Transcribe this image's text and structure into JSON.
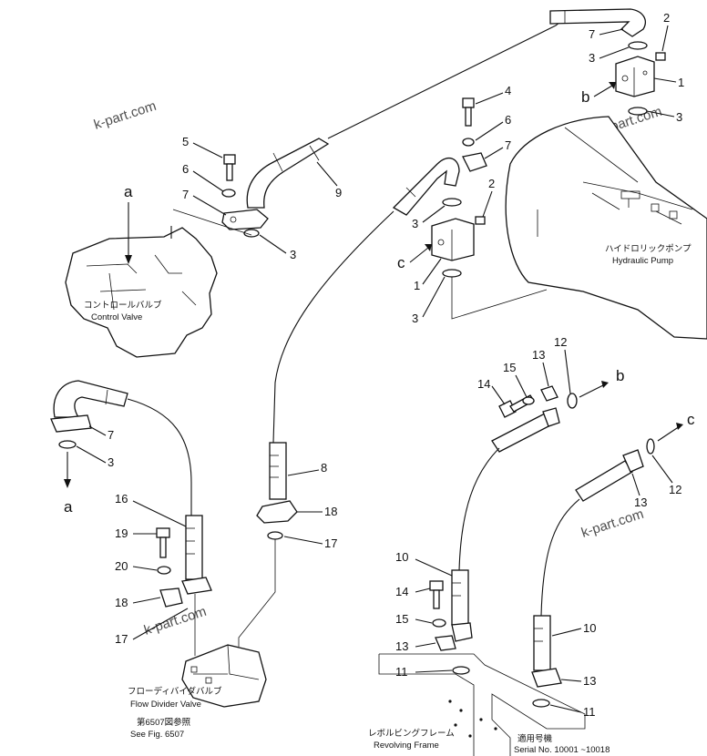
{
  "watermarks": [
    "k-part.com",
    "k-part.com",
    "k-part.com",
    "k-part.com"
  ],
  "letters": {
    "a": "a",
    "b": "b",
    "c": "c"
  },
  "part_numbers": {
    "n1": "1",
    "n2": "2",
    "n3": "3",
    "n4": "4",
    "n5": "5",
    "n6": "6",
    "n7": "7",
    "n8": "8",
    "n9": "9",
    "n10": "10",
    "n11": "11",
    "n12": "12",
    "n13": "13",
    "n14": "14",
    "n15": "15",
    "n16": "16",
    "n17": "17",
    "n18": "18",
    "n19": "19",
    "n20": "20"
  },
  "labels": {
    "control_valve_jp": "コントロールバルブ",
    "control_valve_en": "Control Valve",
    "hydraulic_pump_jp": "ハイドロリックポンプ",
    "hydraulic_pump_en": "Hydraulic Pump",
    "flow_divider_jp": "フローディバイダバルブ",
    "flow_divider_en": "Flow Divider Valve",
    "see_fig_jp": "第6507図参照",
    "see_fig_en": "See Fig. 6507",
    "revolving_frame_jp": "レボルビングフレーム",
    "revolving_frame_en": "Revolving Frame",
    "serial_jp": "適用号機",
    "serial_en": "Serial No. 10001 ~10018"
  }
}
